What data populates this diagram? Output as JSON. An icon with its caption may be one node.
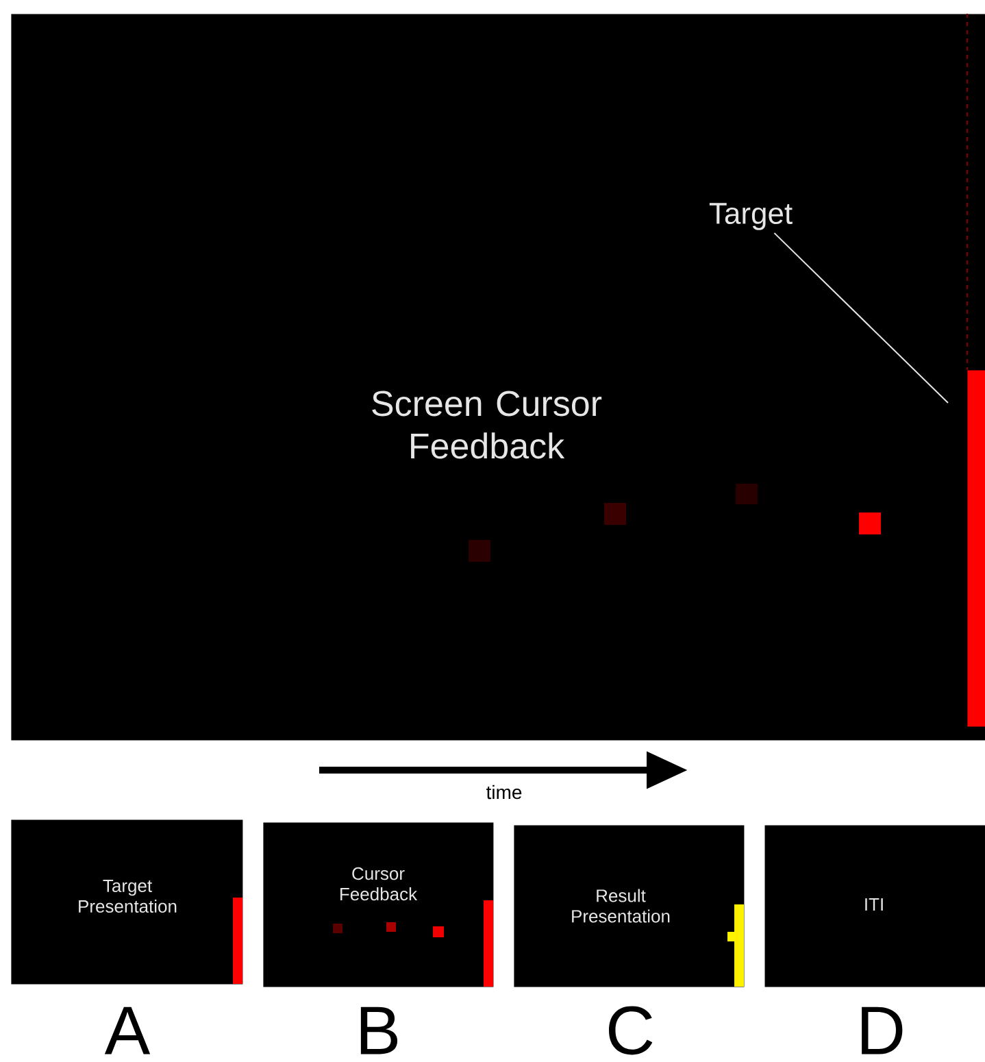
{
  "diagram": {
    "nodes": [
      {
        "text": [
          "Screen Cursor Feedback"
        ]
      },
      {
        "text": [
          "Target"
        ],
        "in": 0
      },
      {
        "text": [],
        "shape": "bar",
        "in": 0
      },
      {
        "text": [
          "Target Presentation"
        ],
        "beside": [
          "A"
        ]
      },
      {
        "text": [
          "Cursor Feedback"
        ],
        "beside": [
          "B"
        ]
      },
      {
        "text": [
          "Result Presentation"
        ],
        "beside": [
          "C"
        ]
      },
      {
        "text": [
          "ITI"
        ],
        "beside": [
          "D"
        ]
      }
    ],
    "edges": [
      {
        "from": 1,
        "to": 2,
        "arrow": "none"
      }
    ],
    "labels": [
      "time"
    ]
  }
}
